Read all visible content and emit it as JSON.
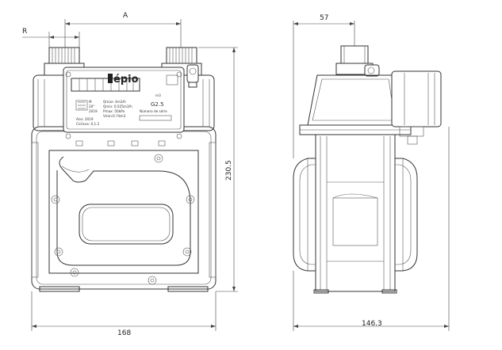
{
  "dimensions": {
    "dim_a": "A",
    "dim_r": "R",
    "dim_width": "168",
    "dim_height": "230.5",
    "dim_side_top": "57",
    "dim_side_depth": "146.3"
  },
  "nameplate": {
    "brand": "épio",
    "model": "G2.5",
    "line_1": "Qmax: 4m3/h",
    "line_2": "Qmin: 0.025m3/h",
    "line_3": "Pmax: 50kPa",
    "line_4": "Vmin:0.7dm3",
    "line_5": "Número de série",
    "line_6": "Ano: 2019",
    "line_7": "Ciclicos: 0,1.2",
    "mark_1": "M",
    "mark_2": "20°",
    "mark_3": "2019",
    "unit": "m3"
  }
}
